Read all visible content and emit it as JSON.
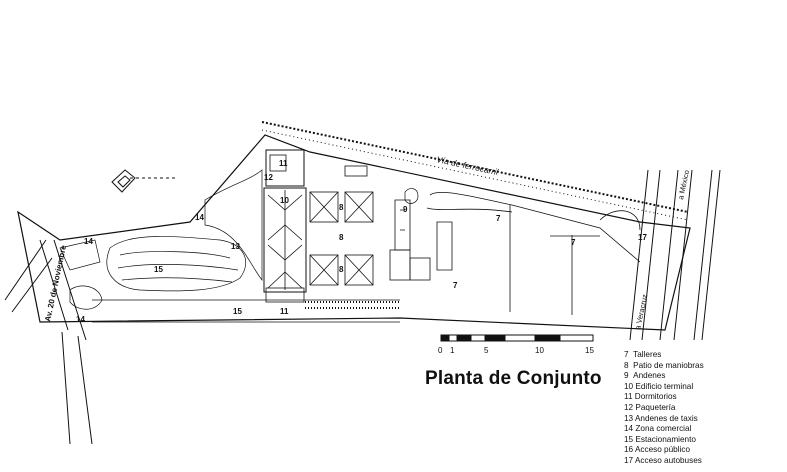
{
  "title": "Planta de Conjunto",
  "scale_bar": {
    "ticks": [
      "0",
      "1",
      "5",
      "10",
      "15"
    ]
  },
  "map_labels": {
    "railway": "Vía de ferrocarril",
    "street": "Av. 20 de Noviembre",
    "to_mexico": "a México",
    "to_veracruz": "a Veracruz"
  },
  "zone_numbers": {
    "z11a": "11",
    "z12": "12",
    "z10": "10",
    "z8a": "8",
    "z8b": "8",
    "z8c": "8",
    "z9": "9",
    "z7a": "7",
    "z7b": "7",
    "z7c": "7",
    "z14a": "14",
    "z14b": "14",
    "z14c": "14",
    "z13": "13",
    "z15a": "15",
    "z15b": "15",
    "z11b": "11",
    "z17": "17"
  },
  "legend": [
    {
      "num": "7",
      "text": "Talleres"
    },
    {
      "num": "8",
      "text": "Patio de maniobras"
    },
    {
      "num": "9",
      "text": "Andenes"
    },
    {
      "num": "10",
      "text": "Edificio terminal"
    },
    {
      "num": "11",
      "text": "Dormitorios"
    },
    {
      "num": "12",
      "text": "Paquetería"
    },
    {
      "num": "13",
      "text": "Andenes de taxis"
    },
    {
      "num": "14",
      "text": "Zona comercial"
    },
    {
      "num": "15",
      "text": "Estacionamiento"
    },
    {
      "num": "16",
      "text": "Acceso público"
    },
    {
      "num": "17",
      "text": "Acceso autobuses"
    }
  ]
}
